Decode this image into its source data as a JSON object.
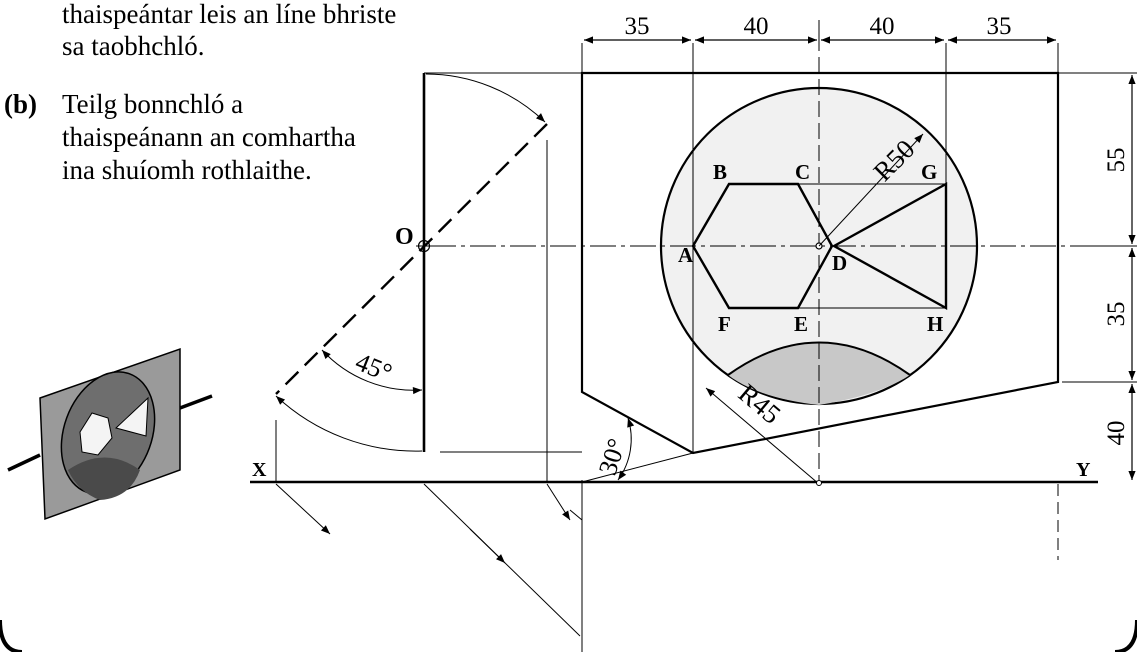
{
  "text": {
    "line_a1": "thaispeántar leis an líne bhriste",
    "line_a2": "sa taobhchló.",
    "part_b_label": "(b)",
    "line_b1": "Teilg bonnchló a",
    "line_b2": "thaispeánann an comhartha",
    "line_b3": "ina shuíomh rothlaithe."
  },
  "drawing": {
    "dims_top": [
      "35",
      "40",
      "40",
      "35"
    ],
    "dims_right": [
      "55",
      "35",
      "40"
    ],
    "radius_large": "R50",
    "radius_small": "R45",
    "angle_45": "45°",
    "angle_30": "30°",
    "points": {
      "A": "A",
      "B": "B",
      "C": "C",
      "D": "D",
      "E": "E",
      "F": "F",
      "G": "G",
      "H": "H",
      "O": "O",
      "X": "X",
      "Y": "Y"
    }
  },
  "colors": {
    "line": "#000000",
    "circle_fill": "#f1f1f1",
    "segment_fill": "#c8c8c8",
    "pictorial_plate": "#9a9a9a",
    "pictorial_disc": "#6e6e6e",
    "pictorial_shapes": "#f4f4f4",
    "pictorial_bottom": "#4a4a4a"
  }
}
